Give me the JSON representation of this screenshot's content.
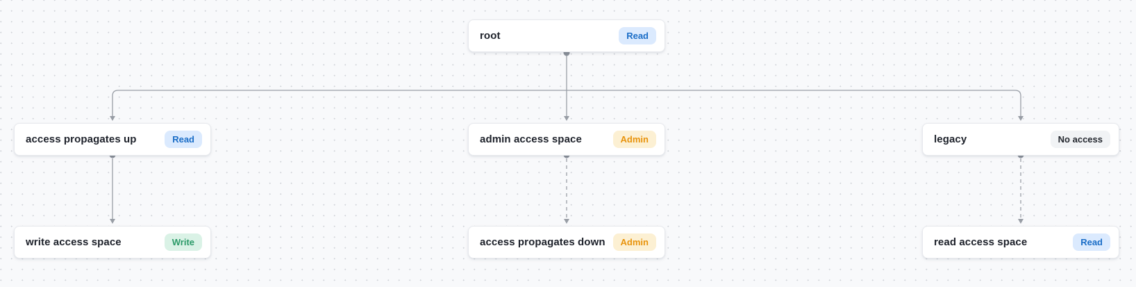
{
  "diagram": {
    "nodes": {
      "root": {
        "label": "root",
        "badge": "Read"
      },
      "access_propagates_up": {
        "label": "access propagates up",
        "badge": "Read"
      },
      "admin_access_space": {
        "label": "admin access space",
        "badge": "Admin"
      },
      "legacy": {
        "label": "legacy",
        "badge": "No access"
      },
      "write_access_space": {
        "label": "write access space",
        "badge": "Write"
      },
      "access_propagates_down": {
        "label": "access propagates down",
        "badge": "Admin"
      },
      "read_access_space": {
        "label": "read access space",
        "badge": "Read"
      }
    },
    "edges": [
      {
        "from": "root",
        "to": "access_propagates_up",
        "style": "solid"
      },
      {
        "from": "root",
        "to": "admin_access_space",
        "style": "solid"
      },
      {
        "from": "root",
        "to": "legacy",
        "style": "solid"
      },
      {
        "from": "access_propagates_up",
        "to": "write_access_space",
        "style": "solid"
      },
      {
        "from": "admin_access_space",
        "to": "access_propagates_down",
        "style": "dashed"
      },
      {
        "from": "legacy",
        "to": "read_access_space",
        "style": "dashed"
      }
    ],
    "colors": {
      "canvas_bg": "#f8f9fb",
      "grid_dot": "#d2d5da",
      "edge": "#989da5",
      "handle_dot": "#8b919a",
      "node_bg": "#ffffff",
      "node_border": "#e7e9ed",
      "node_text": "#1d212a",
      "badge_read_bg": "#dbeafe",
      "badge_read_text": "#1a6dc7",
      "badge_admin_bg": "#fcf0d3",
      "badge_admin_text": "#e8930c",
      "badge_write_bg": "#daf2e6",
      "badge_write_text": "#2b9a68",
      "badge_no_access_bg": "#f1f3f5",
      "badge_no_access_text": "#23272e"
    }
  }
}
